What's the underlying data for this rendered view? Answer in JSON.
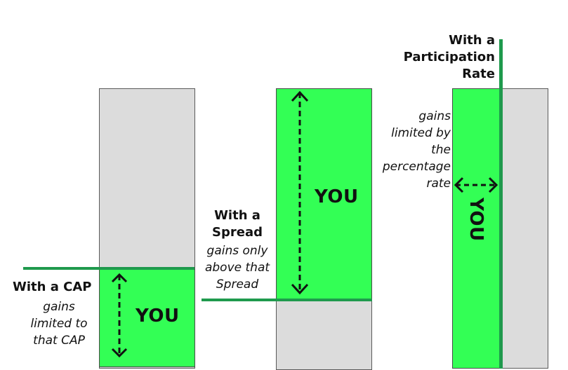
{
  "panels": {
    "cap": {
      "heading": "With a CAP",
      "note": [
        "gains",
        "limited to",
        "that CAP"
      ],
      "you_label": "YOU"
    },
    "spread": {
      "heading": [
        "With a",
        "Spread"
      ],
      "note": [
        "gains only",
        "above that",
        "Spread"
      ],
      "you_label": "YOU"
    },
    "participation": {
      "heading": [
        "With a",
        "Participation",
        "Rate"
      ],
      "note": [
        "gains",
        "limited by",
        "the",
        "percentage",
        "rate"
      ],
      "you_label": "YOU"
    }
  },
  "colors": {
    "gain_green": "#33ff55",
    "limit_line": "#1f9a4d",
    "bar_gray": "#dcdcdc"
  }
}
